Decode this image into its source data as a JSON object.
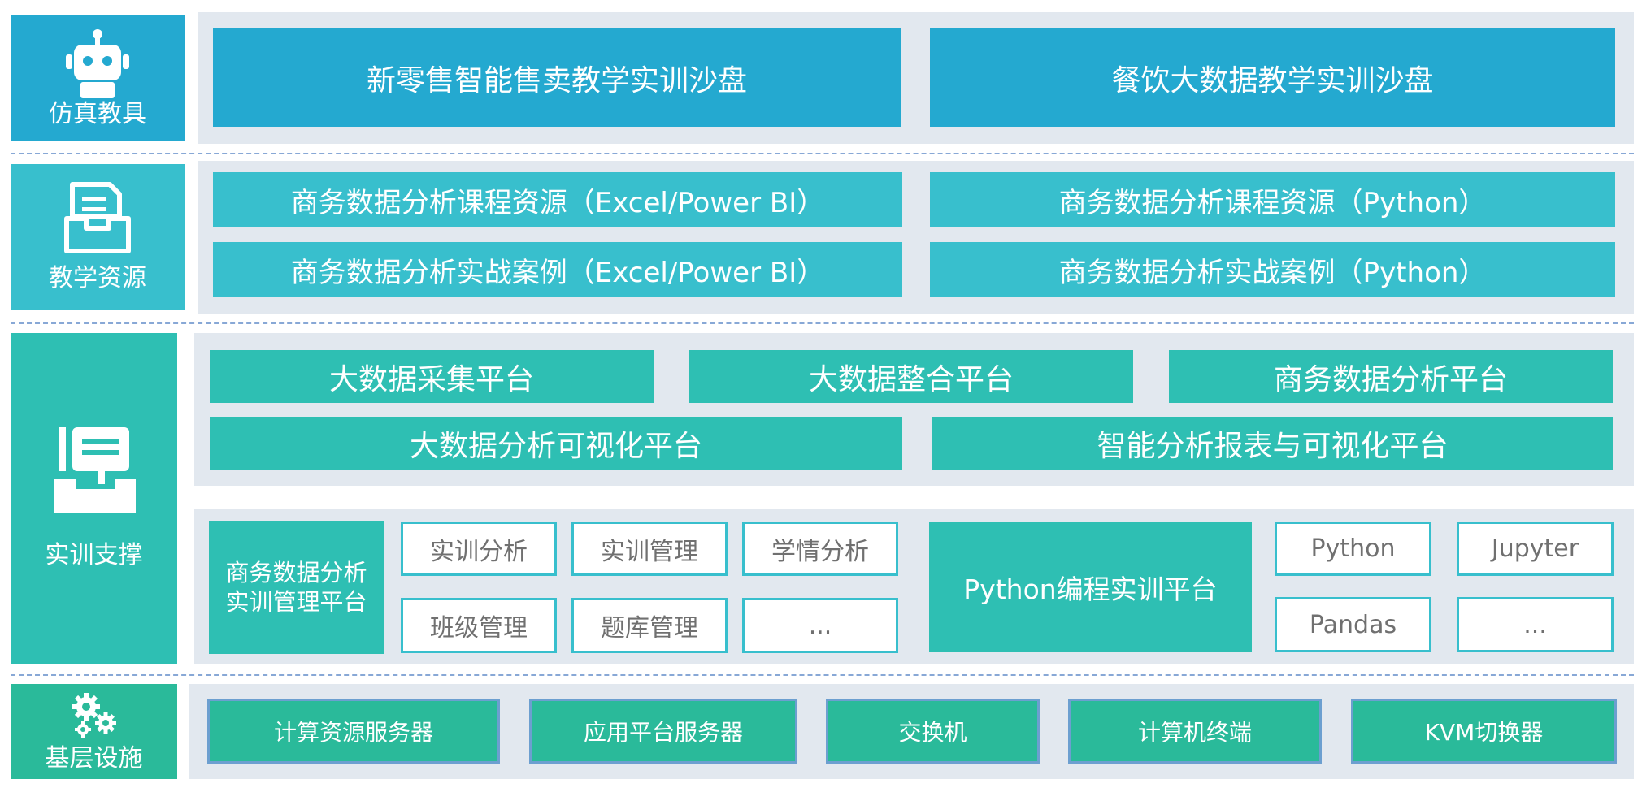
{
  "colors": {
    "blue": "#24a9d0",
    "cyan": "#38bfcd",
    "teal": "#2ebfb3",
    "green": "#2aba9a",
    "panel": "#e2e8ef",
    "divider": "#88a8d6"
  },
  "layers": {
    "simulation": {
      "label": "仿真教具",
      "icon": "robot-icon",
      "items": [
        "新零售智能售卖教学实训沙盘",
        "餐饮大数据教学实训沙盘"
      ]
    },
    "teaching": {
      "label": "教学资源",
      "icon": "document-tray-icon",
      "items": [
        "商务数据分析课程资源（Excel/Power BI）",
        "商务数据分析课程资源（Python）",
        "商务数据分析实战案例（Excel/Power BI）",
        "商务数据分析实战案例（Python）"
      ]
    },
    "training": {
      "label": "实训支撑",
      "icon": "training-desk-icon",
      "platforms": [
        "大数据采集平台",
        "大数据整合平台",
        "商务数据分析平台",
        "大数据分析可视化平台",
        "智能分析报表与可视化平台"
      ],
      "mgmt_title": "商务数据分析实训管理平台",
      "mgmt_items": [
        "实训分析",
        "实训管理",
        "学情分析",
        "班级管理",
        "题库管理",
        "..."
      ],
      "python_title": "Python编程实训平台",
      "python_items": [
        "Python",
        "Jupyter",
        "Pandas",
        "..."
      ]
    },
    "infra": {
      "label": "基层设施",
      "icon": "gears-icon",
      "items": [
        "计算资源服务器",
        "应用平台服务器",
        "交换机",
        "计算机终端",
        "KVM切换器"
      ]
    }
  }
}
